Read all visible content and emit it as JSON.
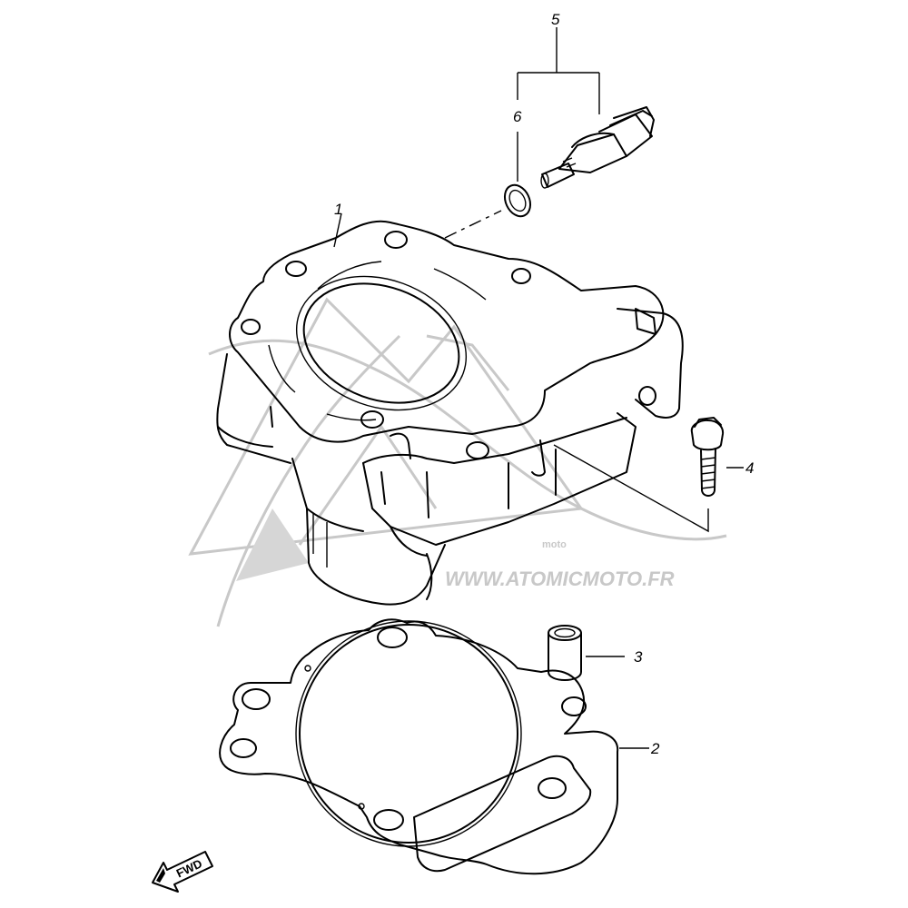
{
  "callouts": {
    "cylinder": "1",
    "gasket": "2",
    "dowel": "3",
    "bolt": "4",
    "sensor": "5",
    "o_ring": "6"
  },
  "watermark": {
    "url": "WWW.ATOMICMOTO.FR",
    "logo_sub": "moto"
  },
  "fwd_label": "FWD",
  "colors": {
    "line": "#000000",
    "watermark": "#c8c8c8",
    "background": "#ffffff"
  }
}
